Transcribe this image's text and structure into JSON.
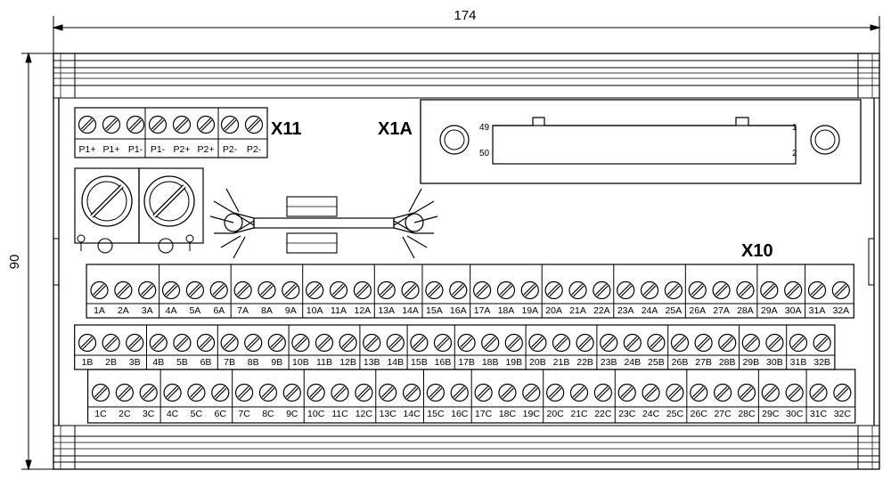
{
  "dimensions": {
    "width": "174",
    "height": "90"
  },
  "connectors": {
    "x11": {
      "label": "X11",
      "terminals": [
        "P1+",
        "P1+",
        "P1-",
        "P1-",
        "P2+",
        "P2+",
        "P2-",
        "P2-"
      ]
    },
    "x1a": {
      "label": "X1A",
      "pins": {
        "top_left": "49",
        "top_right": "1",
        "bottom_left": "50",
        "bottom_right": "2"
      }
    },
    "x10": {
      "label": "X10",
      "row_a": [
        "1A",
        "2A",
        "3A",
        "4A",
        "5A",
        "6A",
        "7A",
        "8A",
        "9A",
        "10A",
        "11A",
        "12A",
        "13A",
        "14A",
        "15A",
        "16A",
        "17A",
        "18A",
        "19A",
        "20A",
        "21A",
        "22A",
        "23A",
        "24A",
        "25A",
        "26A",
        "27A",
        "28A",
        "29A",
        "30A",
        "31A",
        "32A"
      ],
      "row_b": [
        "1B",
        "2B",
        "3B",
        "4B",
        "5B",
        "6B",
        "7B",
        "8B",
        "9B",
        "10B",
        "11B",
        "12B",
        "13B",
        "14B",
        "15B",
        "16B",
        "17B",
        "18B",
        "19B",
        "20B",
        "21B",
        "22B",
        "23B",
        "24B",
        "25B",
        "26B",
        "27B",
        "28B",
        "29B",
        "30B",
        "31B",
        "32B"
      ],
      "row_c": [
        "1C",
        "2C",
        "3C",
        "4C",
        "5C",
        "6C",
        "7C",
        "8C",
        "9C",
        "10C",
        "11C",
        "12C",
        "13C",
        "14C",
        "15C",
        "16C",
        "17C",
        "18C",
        "19C",
        "20C",
        "21C",
        "22C",
        "23C",
        "24C",
        "25C",
        "26C",
        "27C",
        "28C",
        "29C",
        "30C",
        "31C",
        "32C"
      ]
    }
  }
}
